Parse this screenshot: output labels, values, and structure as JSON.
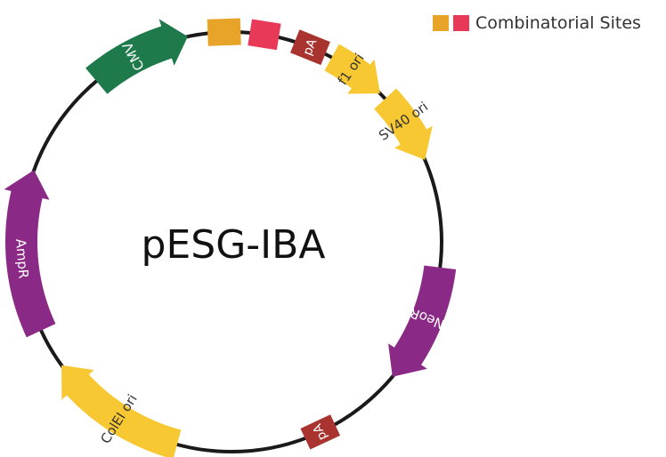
{
  "plasmid": {
    "name": "pESG-IBA",
    "backbone_color": "#1a1a1a",
    "features": [
      {
        "id": "cmv",
        "label": "CMV",
        "type": "arrow",
        "color": "#1e7a4a",
        "text_color": "#ffffff"
      },
      {
        "id": "site-orange",
        "label": "",
        "type": "box",
        "color": "#e8a329"
      },
      {
        "id": "site-red",
        "label": "",
        "type": "box",
        "color": "#e83a58"
      },
      {
        "id": "pa-top",
        "label": "pA",
        "type": "box",
        "color": "#a8332f",
        "text_color": "#ffffff"
      },
      {
        "id": "f1-ori",
        "label": "f1 ori",
        "type": "arrow",
        "color": "#f7c832",
        "text_color": "#333333"
      },
      {
        "id": "sv40-ori",
        "label": "SV40 ori",
        "type": "arrow",
        "color": "#f7c832",
        "text_color": "#333333"
      },
      {
        "id": "neor",
        "label": "NeoR",
        "type": "arrow",
        "color": "#8a2a86",
        "text_color": "#ffffff"
      },
      {
        "id": "pa-bottom",
        "label": "pA",
        "type": "box",
        "color": "#a8332f",
        "text_color": "#ffffff"
      },
      {
        "id": "colei-ori",
        "label": "ColEI ori",
        "type": "arrow",
        "color": "#f7c832",
        "text_color": "#333333"
      },
      {
        "id": "ampr",
        "label": "AmpR",
        "type": "arrow",
        "color": "#8a2a86",
        "text_color": "#ffffff"
      }
    ]
  },
  "legend": {
    "label": "Combinatorial Sites",
    "colors": [
      "#e8a329",
      "#e83a58"
    ]
  }
}
